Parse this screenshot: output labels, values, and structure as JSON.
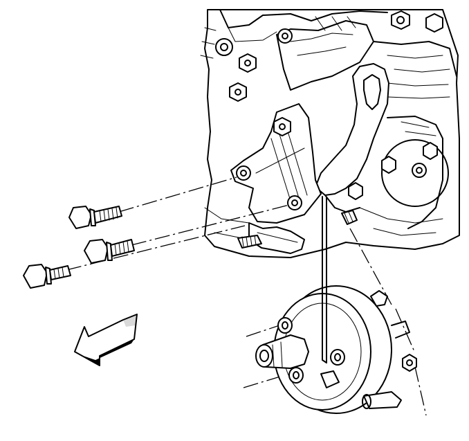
{
  "diagram": {
    "subject": "",
    "colors": {
      "ink": "#000000",
      "paper": "#ffffff"
    },
    "parts": [
      {
        "name": "engine-block",
        "icon": "engine-block-outline"
      },
      {
        "name": "mounting-bracket",
        "icon": "bracket-outline"
      },
      {
        "name": "bolt-upper",
        "icon": "hex-bolt-icon"
      },
      {
        "name": "bolt-middle",
        "icon": "hex-bolt-icon"
      },
      {
        "name": "bolt-lower",
        "icon": "hex-bolt-icon"
      },
      {
        "name": "stud",
        "icon": "threaded-stud-icon"
      },
      {
        "name": "pulley-assembly",
        "icon": "pulley-icon"
      },
      {
        "name": "nut",
        "icon": "hex-nut-icon"
      },
      {
        "name": "direction-arrow",
        "icon": "front-arrow-icon"
      }
    ]
  }
}
